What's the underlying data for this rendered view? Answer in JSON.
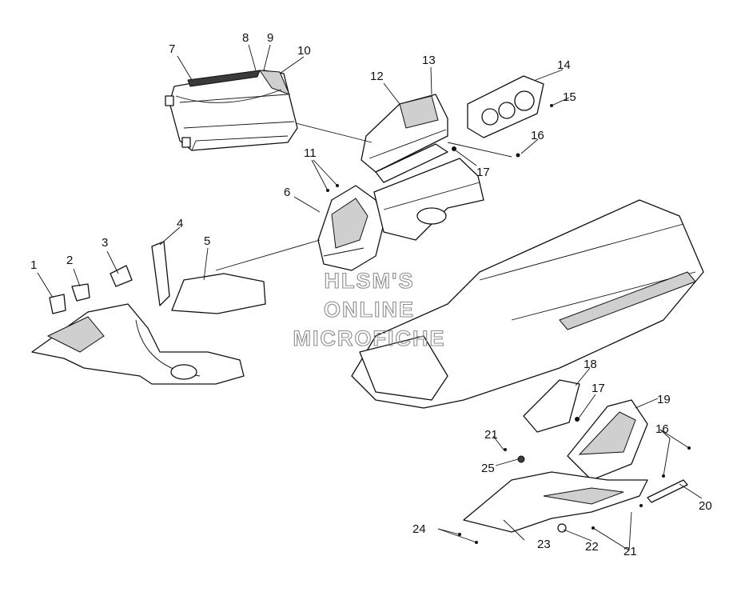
{
  "callouts": [
    "1",
    "2",
    "3",
    "4",
    "5",
    "6",
    "7",
    "8",
    "9",
    "10",
    "11",
    "12",
    "13",
    "14",
    "15",
    "16",
    "17",
    "18",
    "17",
    "19",
    "16",
    "20",
    "21",
    "25",
    "21",
    "22",
    "23",
    "24"
  ],
  "watermark": {
    "line1": "HLSM'S",
    "line2": "ONLINE",
    "line3": "MICROFICHE"
  }
}
